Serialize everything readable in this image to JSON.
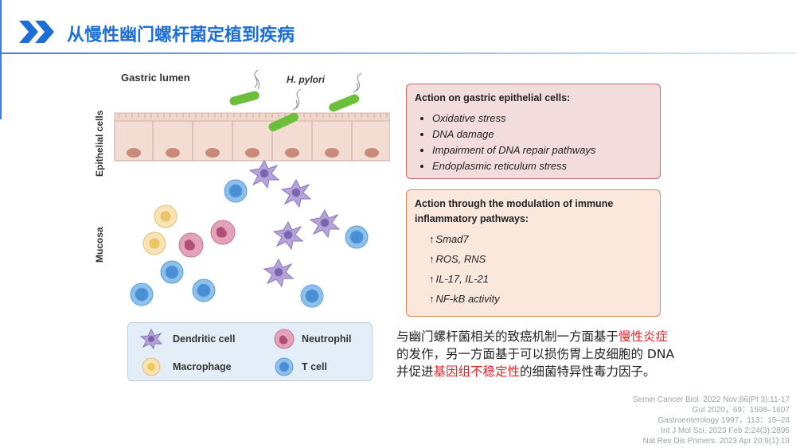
{
  "title": "从慢性幽门螺杆菌定植到疾病",
  "colors": {
    "accent": "#1d6fd8",
    "highlight": "#e0262b"
  },
  "figure": {
    "gastric_lumen": "Gastric lumen",
    "h_pylori": "H. pylori",
    "epithelial_cells": "Epithelial cells",
    "mucosa": "Mucosa"
  },
  "box_gastric": {
    "heading": "Action on gastric epithelial cells:",
    "items": [
      "Oxidative stress",
      "DNA damage",
      "Impairment of DNA repair pathways",
      "Endoplasmic reticulum stress"
    ]
  },
  "box_immune": {
    "heading_line1": "Action through the modulation of immune",
    "heading_line2": "inflammatory pathways:",
    "arrow": "↑",
    "items": [
      "Smad7",
      "ROS, RNS",
      "IL-17, IL-21",
      "NF-kB activity"
    ]
  },
  "legend": {
    "dendritic": "Dendritic cell",
    "neutrophil": "Neutrophil",
    "macrophage": "Macrophage",
    "tcell": "T cell"
  },
  "summary": {
    "p1": "与幽门螺杆菌相关的致癌机制一方面基于",
    "p2_red": "慢性炎症",
    "p3": "的发作，另一方面基于可以损伤胃上皮细胞的 DNA并促进",
    "p4_red": "基因组不稳定性",
    "p5": "的细菌特异性毒力因子。"
  },
  "references": [
    "Semin Cancer Biol. 2022 Nov;86(Pt 3):11-17",
    "Gut 2020，69：1598–1607",
    "Gastroenterology 1997，113：15–24",
    "Int J Mol Sci. 2023 Feb 2;24(3):2895",
    "Nat Rev Dis Primers. 2023 Apr 20;9(1):19"
  ]
}
